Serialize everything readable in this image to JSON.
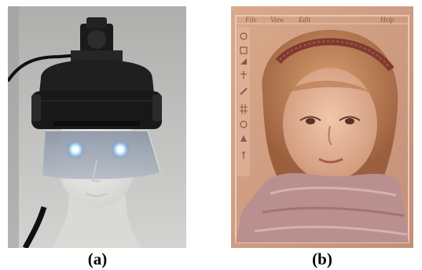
{
  "figure": {
    "panels": [
      {
        "caption": "(a)",
        "subject": "head-mounted-display-on-mannequin",
        "colors": {
          "backdrop": "#b9b9b7",
          "housing": "#1c1c1c",
          "visor": "#9aa3b1",
          "eye_light": "#bfe6ff",
          "mannequin": "#e9e9e6",
          "cable": "#101010"
        }
      },
      {
        "caption": "(b)",
        "subject": "projected-portrait-of-child-in-paint-program",
        "menu_labels": [
          "File",
          "View",
          "Edit",
          "Help"
        ],
        "colors": {
          "screen_bg": "#d9a98a",
          "frame": "#e5c6b3",
          "hair": "#b97c52",
          "skin": "#e7b296",
          "headband": "#7e3a2e",
          "scarf": "#b98f8f"
        }
      }
    ]
  }
}
